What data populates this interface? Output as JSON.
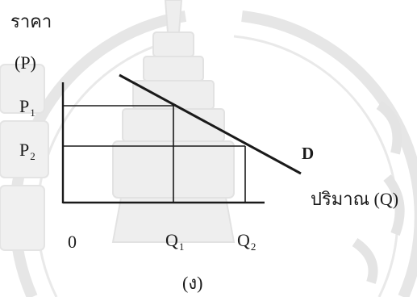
{
  "axes": {
    "y_title": "ราคา",
    "y_symbol": "(P)",
    "x_title": "ปริมาณ (Q)",
    "origin": "0"
  },
  "price_levels": [
    {
      "letter": "P",
      "sub": "1"
    },
    {
      "letter": "P",
      "sub": "2"
    }
  ],
  "quantity_levels": [
    {
      "letter": "Q",
      "sub": "1"
    },
    {
      "letter": "Q",
      "sub": "2"
    }
  ],
  "curve": {
    "label": "D"
  },
  "caption": "(ง)",
  "colors": {
    "ink": "#1a1a1a",
    "watermark": "#e3e3e3"
  }
}
